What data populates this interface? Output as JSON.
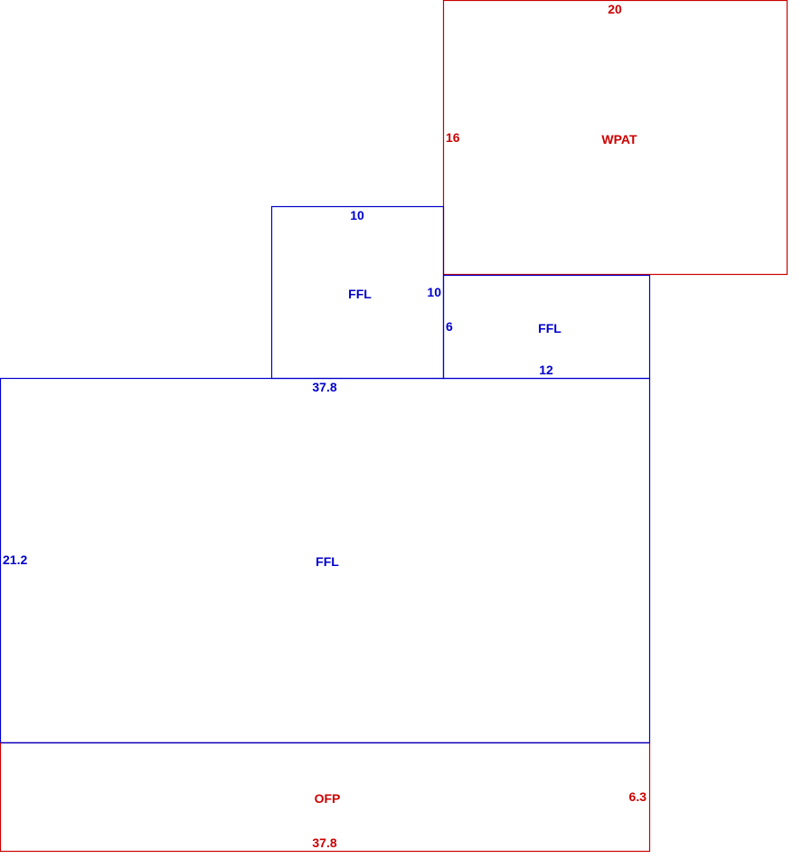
{
  "colors": {
    "living": "#0000cc",
    "exterior": "#cc0000",
    "background": "#ffffff"
  },
  "areas": {
    "wpat": {
      "code": "WPAT",
      "dimensions": {
        "top": "20",
        "left": "16"
      }
    },
    "ffl_upper": {
      "code": "FFL",
      "dimensions": {
        "top": "10",
        "right": "10"
      }
    },
    "ffl_side": {
      "code": "FFL",
      "dimensions": {
        "left": "6",
        "bottom": "12"
      }
    },
    "ffl_main": {
      "code": "FFL",
      "dimensions": {
        "top": "37.8",
        "left": "21.2"
      }
    },
    "ofp": {
      "code": "OFP",
      "dimensions": {
        "right": "6.3",
        "bottom": "37.8"
      }
    }
  }
}
